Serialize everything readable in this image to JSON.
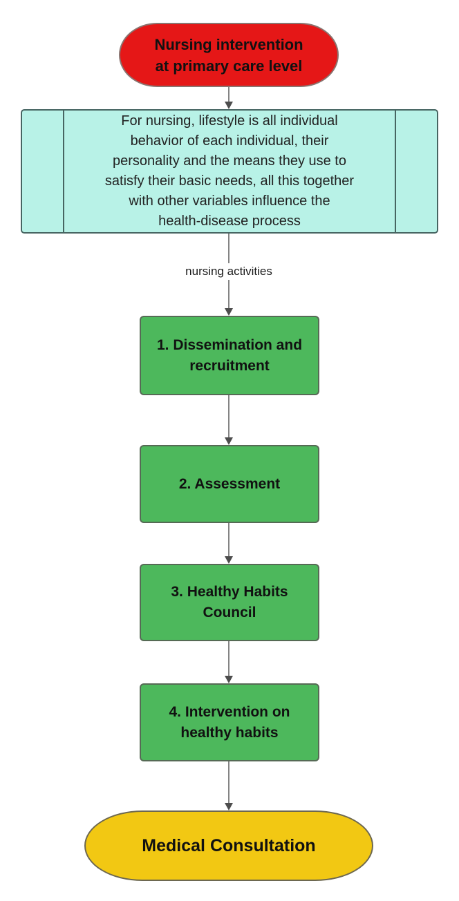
{
  "flowchart": {
    "start_label": "Nursing intervention\nat primary care level",
    "definition_text": "For nursing, lifestyle is all individual\nbehavior of each individual, their\npersonality and the means they use to\nsatisfy their basic needs, all this together\nwith other variables influence the\nhealth-disease process",
    "edge_label": "nursing activities",
    "steps": [
      {
        "label": "1. Dissemination and\nrecruitment"
      },
      {
        "label": "2. Assessment"
      },
      {
        "label": "3. Healthy Habits\nCouncil"
      },
      {
        "label": "4. Intervention on\nhealthy habits"
      }
    ],
    "end_label": "Medical Consultation"
  },
  "colors": {
    "start-fill": "#e51717",
    "start-border": "#8a7470",
    "definition-fill": "#b8f2e7",
    "definition-border": "#476562",
    "step-fill": "#4db85c",
    "step-border": "#566a55",
    "end-fill": "#f2c813",
    "end-border": "#6d6850",
    "connector": "#848484",
    "arrowhead": "#4d4d4d"
  }
}
